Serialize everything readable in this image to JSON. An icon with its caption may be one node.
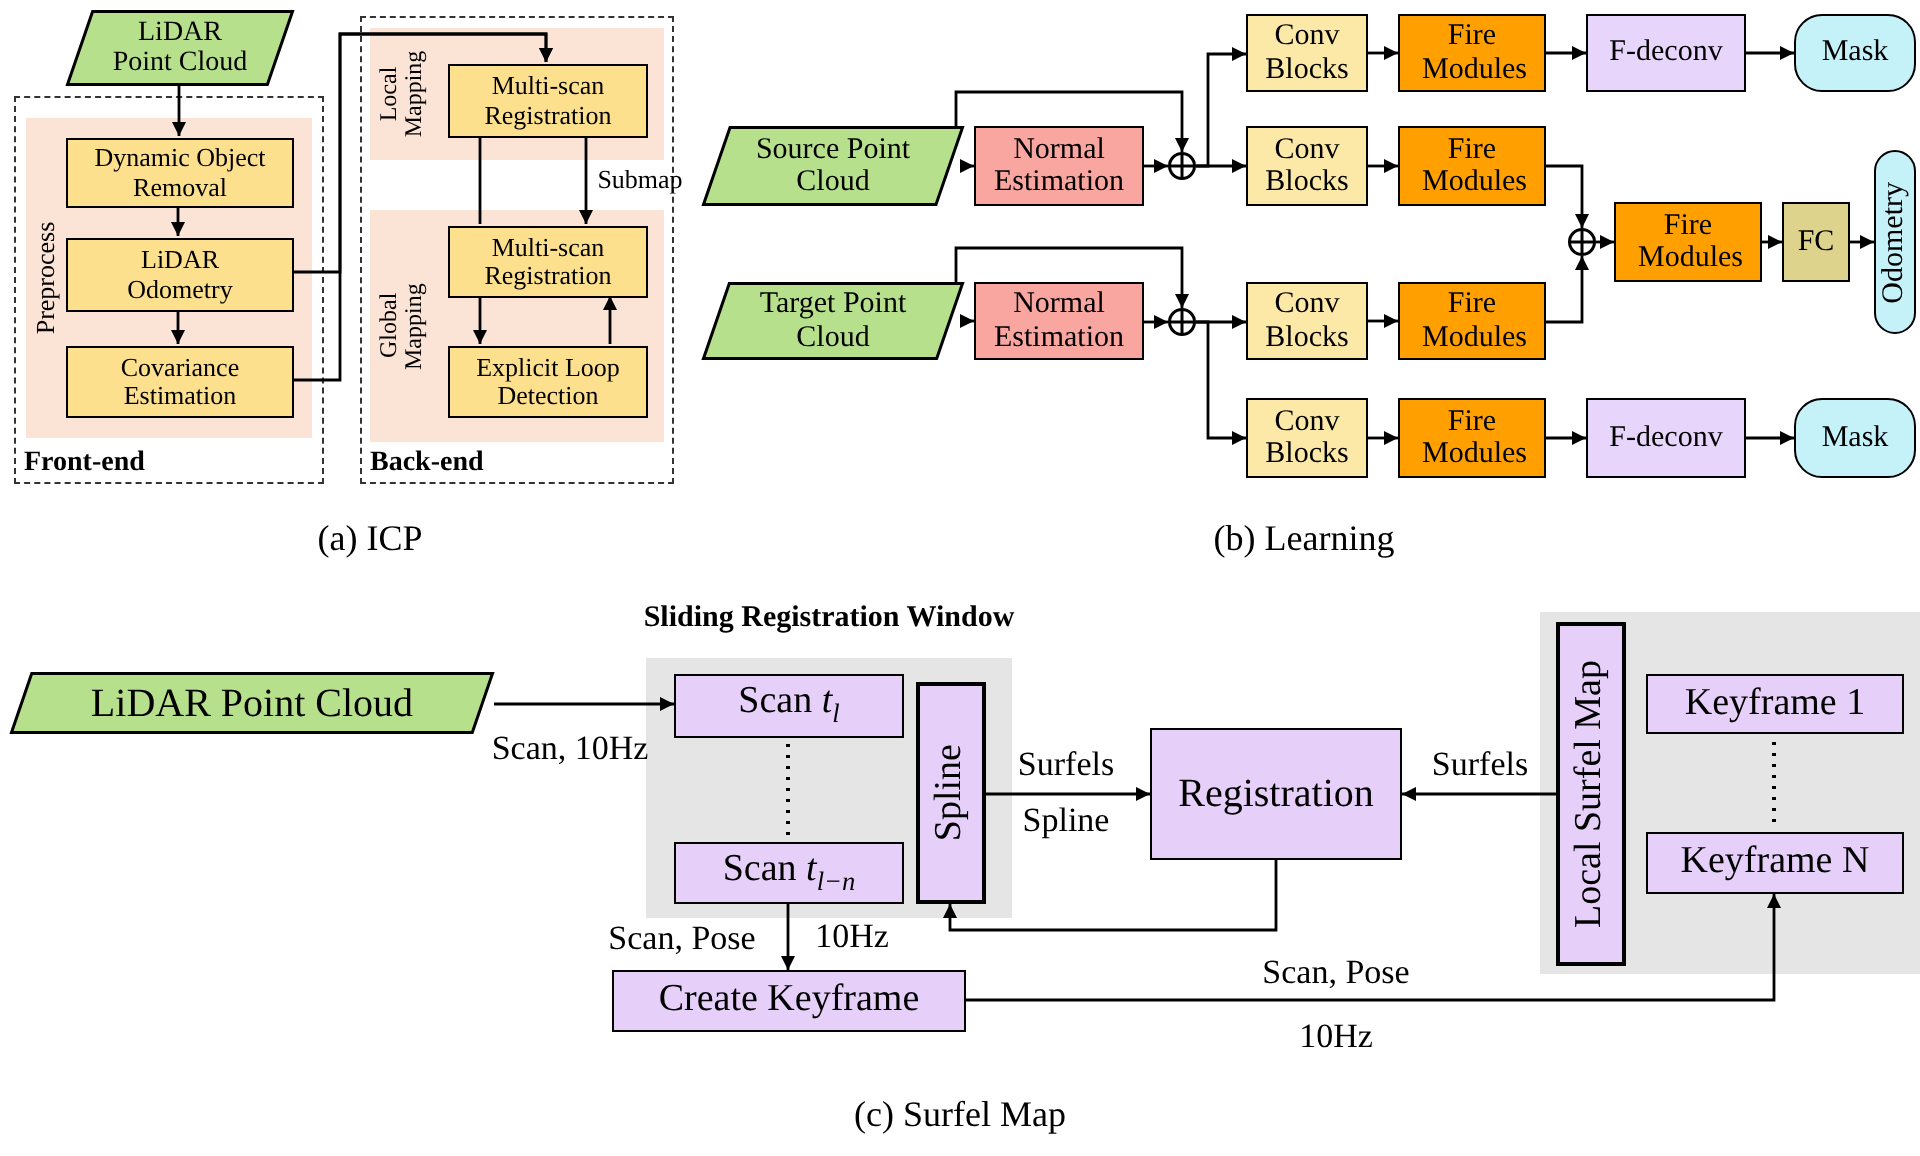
{
  "diagram": {
    "nodes": [
      {
        "text": [
          "LiDAR Point Cloud"
        ]
      },
      {
        "text": [
          "Front-end"
        ]
      },
      {
        "text": [
          "Preprocess"
        ],
        "in": 1
      },
      {
        "text": [
          "Dynamic Object Removal"
        ],
        "in": 2
      },
      {
        "text": [
          "LiDAR Odometry"
        ],
        "in": 2
      },
      {
        "text": [
          "Covariance Estimation"
        ],
        "in": 2
      },
      {
        "text": [
          "Back-end"
        ]
      },
      {
        "text": [
          "Local Mapping"
        ],
        "in": 6
      },
      {
        "text": [
          "Multi-scan Registration"
        ],
        "in": 7
      },
      {
        "text": [
          "Global Mapping"
        ],
        "in": 6
      },
      {
        "text": [
          "Multi-scan Registration"
        ],
        "in": 9
      },
      {
        "text": [
          "Explicit Loop Detection"
        ],
        "in": 9
      },
      {
        "text": [
          "Conv Blocks"
        ]
      },
      {
        "text": [
          "Fire Modules"
        ]
      },
      {
        "text": [
          "F-deconv"
        ]
      },
      {
        "text": [
          "Mask"
        ]
      },
      {
        "text": [
          "Source Point Cloud"
        ]
      },
      {
        "text": [
          "Normal Estimation"
        ]
      },
      {
        "text": [],
        "shape": "circle"
      },
      {
        "text": [
          "Conv Blocks"
        ]
      },
      {
        "text": [
          "Fire Modules"
        ]
      },
      {
        "text": [],
        "shape": "circle"
      },
      {
        "text": [
          "Fire Modules"
        ]
      },
      {
        "text": [
          "FC"
        ]
      },
      {
        "text": [
          "Odometry"
        ]
      },
      {
        "text": [
          "Target Point Cloud"
        ]
      },
      {
        "text": [
          "Normal Estimation"
        ]
      },
      {
        "text": [],
        "shape": "circle"
      },
      {
        "text": [
          "Conv Blocks"
        ]
      },
      {
        "text": [
          "Fire Modules"
        ]
      },
      {
        "text": [
          "Conv Blocks"
        ]
      },
      {
        "text": [
          "Fire Modules"
        ]
      },
      {
        "text": [
          "F-deconv"
        ]
      },
      {
        "text": [
          "Mask"
        ]
      },
      {
        "text": [
          "LiDAR Point Cloud"
        ]
      },
      {
        "text": [
          "Sliding Registration Window"
        ]
      },
      {
        "text": [
          "Scan *t*$_{l}$"
        ],
        "in": 35
      },
      {
        "text": [
          "Scan *t*$_{l−n}$"
        ],
        "in": 35
      },
      {
        "text": [
          "Spline"
        ],
        "in": 35
      },
      {
        "text": [
          "Registration"
        ]
      },
      {
        "text": [],
        "shape": "box"
      },
      {
        "text": [
          "Local Surfel Map"
        ],
        "in": 40
      },
      {
        "text": [
          "Keyframe 1"
        ],
        "in": 40
      },
      {
        "text": [
          "Keyframe N"
        ],
        "in": 40
      },
      {
        "text": [
          "Create Keyframe"
        ]
      }
    ],
    "edges": [
      {
        "from": 0,
        "to": 3,
        "arrow": "to"
      },
      {
        "from": 3,
        "to": 4,
        "arrow": "to"
      },
      {
        "from": 4,
        "to": 5,
        "arrow": "to"
      },
      {
        "from": 4,
        "to": 8,
        "arrow": "to"
      },
      {
        "from": 5,
        "to": 8,
        "arrow": "to"
      },
      {
        "from": 8,
        "to": 10,
        "arrow": "to",
        "label": "Submap"
      },
      {
        "from": 8,
        "to": 10,
        "arrow": "none"
      },
      {
        "from": 10,
        "to": 11,
        "arrow": "to"
      },
      {
        "from": 11,
        "to": 10,
        "arrow": "to"
      },
      {
        "from": 16,
        "to": 17,
        "arrow": "to"
      },
      {
        "from": 16,
        "to": 18,
        "arrow": "to"
      },
      {
        "from": 17,
        "to": 18,
        "arrow": "to"
      },
      {
        "from": 18,
        "to": 12,
        "arrow": "to"
      },
      {
        "from": 18,
        "to": 19,
        "arrow": "to"
      },
      {
        "from": 12,
        "to": 13,
        "arrow": "to"
      },
      {
        "from": 13,
        "to": 14,
        "arrow": "to"
      },
      {
        "from": 14,
        "to": 15,
        "arrow": "to"
      },
      {
        "from": 19,
        "to": 20,
        "arrow": "to"
      },
      {
        "from": 20,
        "to": 21,
        "arrow": "to"
      },
      {
        "from": 21,
        "to": 22,
        "arrow": "to"
      },
      {
        "from": 22,
        "to": 23,
        "arrow": "to"
      },
      {
        "from": 23,
        "to": 24,
        "arrow": "to"
      },
      {
        "from": 25,
        "to": 26,
        "arrow": "to"
      },
      {
        "from": 25,
        "to": 27,
        "arrow": "to"
      },
      {
        "from": 26,
        "to": 27,
        "arrow": "to"
      },
      {
        "from": 27,
        "to": 28,
        "arrow": "to"
      },
      {
        "from": 27,
        "to": 30,
        "arrow": "to"
      },
      {
        "from": 28,
        "to": 29,
        "arrow": "to"
      },
      {
        "from": 29,
        "to": 21,
        "arrow": "to"
      },
      {
        "from": 30,
        "to": 31,
        "arrow": "to"
      },
      {
        "from": 31,
        "to": 32,
        "arrow": "to"
      },
      {
        "from": 32,
        "to": 33,
        "arrow": "to"
      },
      {
        "from": 34,
        "to": 36,
        "arrow": "to",
        "label": "Scan, 10Hz"
      },
      {
        "from": 37,
        "to": 44,
        "arrow": "to",
        "label": "Scan, Pose"
      },
      {
        "from": 38,
        "to": 39,
        "arrow": "to",
        "label": "Surfels"
      },
      {
        "from": 41,
        "to": 39,
        "arrow": "to",
        "label": "Surfels"
      },
      {
        "from": 39,
        "to": 38,
        "arrow": "to"
      },
      {
        "from": 44,
        "to": 43,
        "arrow": "to",
        "label": "Scan, Pose"
      }
    ],
    "labels": [
      "(a) ICP",
      "(b) Learning",
      "Spline",
      "10Hz",
      "10Hz",
      "(c) Surfel Map"
    ]
  }
}
